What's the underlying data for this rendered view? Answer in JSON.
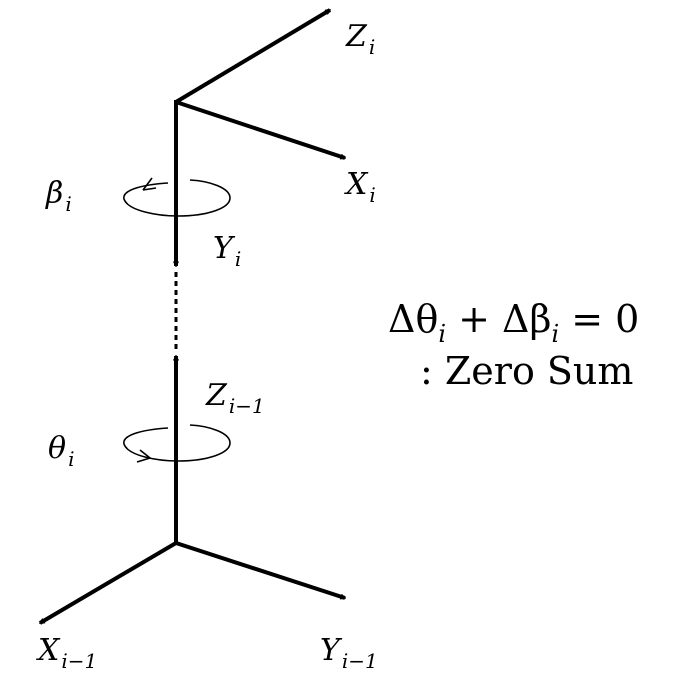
{
  "upper_frame": {
    "z_axis": {
      "symbol": "Z",
      "subscript": "i"
    },
    "x_axis": {
      "symbol": "X",
      "subscript": "i"
    },
    "y_axis": {
      "symbol": "Y",
      "subscript": "i"
    },
    "rotation": {
      "symbol": "β",
      "subscript": "i"
    }
  },
  "lower_frame": {
    "z_axis": {
      "symbol": "Z",
      "subscript": "i−1"
    },
    "x_axis": {
      "symbol": "X",
      "subscript": "i−1"
    },
    "y_axis": {
      "symbol": "Y",
      "subscript": "i−1"
    },
    "rotation": {
      "symbol": "θ",
      "subscript": "i"
    }
  },
  "equation": {
    "part1": "Δθ",
    "sub1": "i",
    "part2": " + Δβ",
    "sub2": "i",
    "part3": " = 0",
    "caption": ": Zero Sum"
  }
}
